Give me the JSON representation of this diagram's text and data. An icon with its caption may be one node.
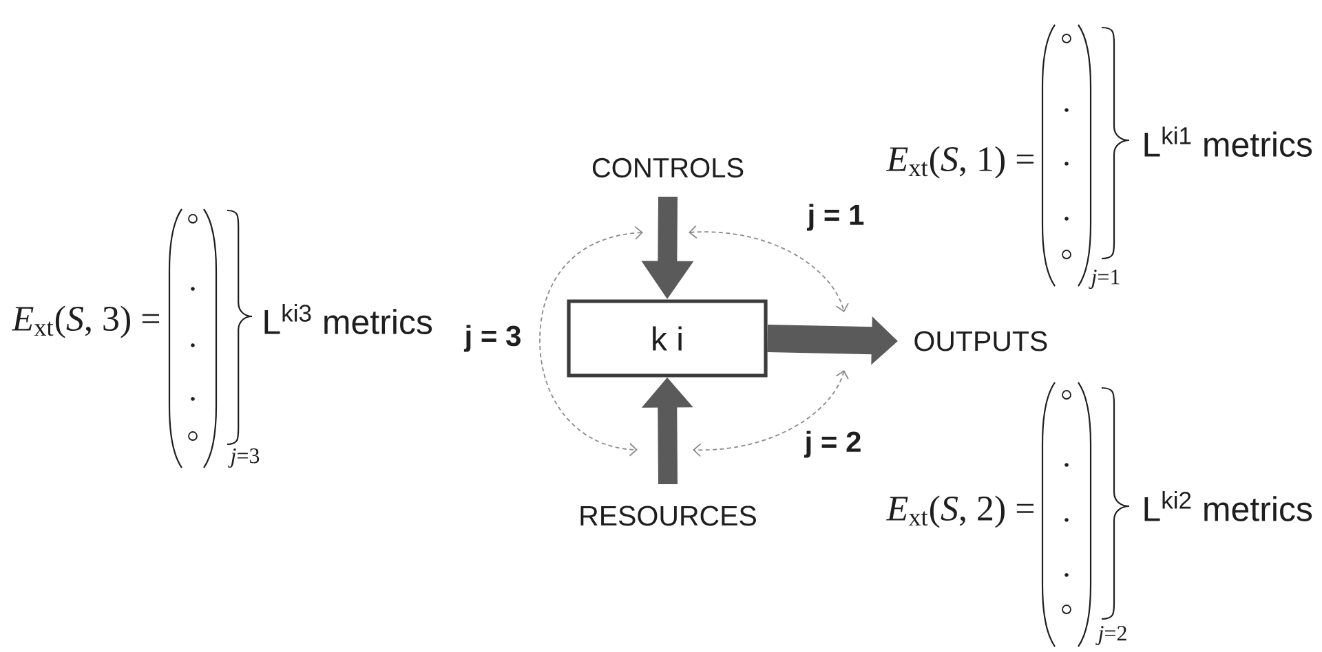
{
  "diagram": {
    "nodes": [
      {
        "text": [
          "k i"
        ]
      },
      {
        "text": [
          "CONTROLS"
        ]
      },
      {
        "text": [
          "RESOURCES"
        ]
      },
      {
        "text": [
          "OUTPUTS"
        ]
      }
    ],
    "edges": [
      {
        "from": 1,
        "to": 0,
        "arrow": "to",
        "style": "thick"
      },
      {
        "from": 2,
        "to": 0,
        "arrow": "to",
        "style": "thick"
      },
      {
        "from": 0,
        "to": 3,
        "arrow": "to",
        "style": "thick"
      },
      {
        "from": 1,
        "to": 2,
        "arrow": "both",
        "style": "dashed",
        "color": "#8a8a8a",
        "label": "j = 3"
      },
      {
        "from": 1,
        "to": 3,
        "arrow": "both",
        "style": "dashed",
        "color": "#8a8a8a",
        "label": "j = 1"
      },
      {
        "from": 3,
        "to": 2,
        "arrow": "both",
        "style": "dashed",
        "color": "#8a8a8a",
        "label": "j = 2"
      }
    ],
    "labels": [
      "*E*$_{xt}$(*S*, 1) =",
      "L$^{ki1}$ metrics",
      "*j*=1",
      "*E*$_{xt}$(*S*, 3) =",
      "L$^{ki3}$ metrics",
      "*j*=3",
      "*E*$_{xt}$(*S*, 2) =",
      "L$^{ki2}$ metrics",
      "*j*=2"
    ]
  }
}
